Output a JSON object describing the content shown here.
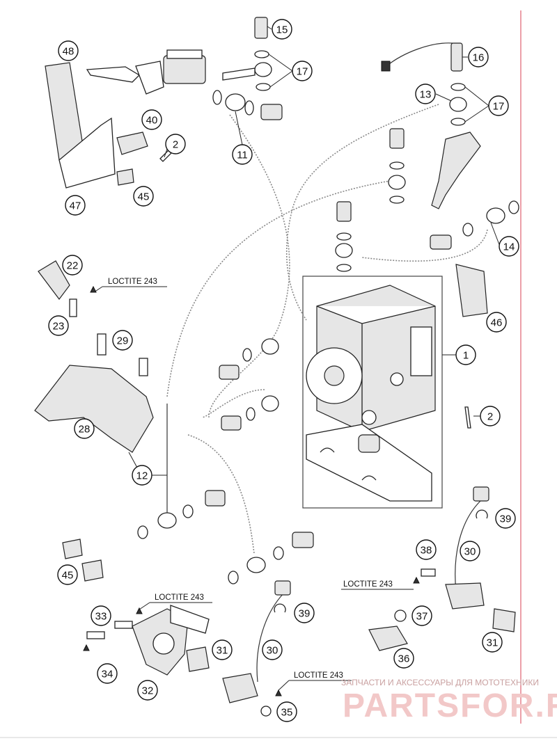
{
  "diagram": {
    "callouts": [
      "1",
      "2",
      "2",
      "11",
      "12",
      "13",
      "14",
      "15",
      "16",
      "17",
      "17",
      "22",
      "23",
      "28",
      "29",
      "30",
      "30",
      "31",
      "31",
      "32",
      "33",
      "34",
      "35",
      "36",
      "37",
      "38",
      "39",
      "39",
      "40",
      "45",
      "45",
      "46",
      "47",
      "48"
    ],
    "notes": [
      "LOCTITE 243",
      "LOCTITE 243",
      "LOCTITE 243",
      "LOCTITE 243"
    ]
  },
  "watermark": {
    "subtitle": "ЗАПЧАСТИ И АКСЕССУАРЫ ДЛЯ МОТОТЕХНИКИ",
    "logo": "PARTSFOR.RU"
  },
  "colors": {
    "line": "#222222",
    "hose": "#888888",
    "edge_line": "#e06070",
    "watermark": "#f2c8c8"
  }
}
